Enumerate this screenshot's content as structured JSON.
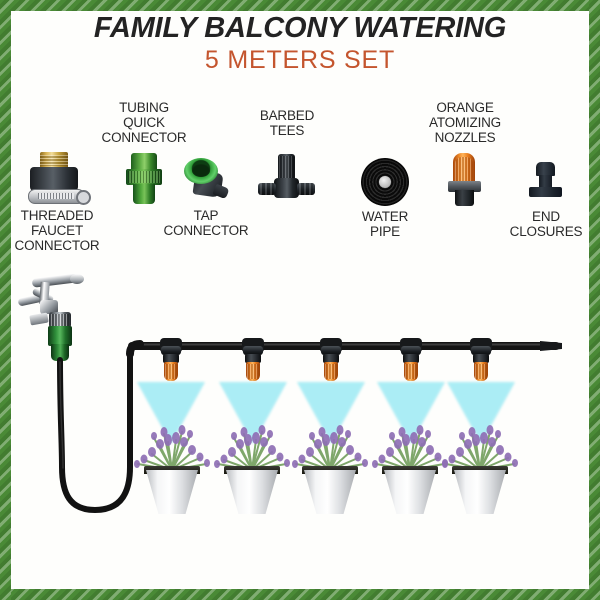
{
  "poster": {
    "title": "FAMILY BALCONY WATERING",
    "subtitle": "5 METERS SET",
    "frame_color": "#4a8a36",
    "title_color": "#232323",
    "subtitle_color": "#c4552e",
    "background_color": "#fefefc"
  },
  "legend": {
    "items": [
      {
        "id": "threaded-faucet-connector",
        "label": "THREADED\nFAUCET\nCONNECTOR",
        "label_position": "below",
        "colors": {
          "primary": "#c9a642",
          "secondary": "#2b3036",
          "clamp": "#b9bcc0"
        }
      },
      {
        "id": "tubing-quick-connector",
        "label": "TUBING\nQUICK\nCONNECTOR",
        "label_position": "above",
        "colors": {
          "primary": "#4da338",
          "secondary": "#164a16"
        }
      },
      {
        "id": "tap-connector",
        "label": "TAP\nCONNECTOR",
        "label_position": "below",
        "colors": {
          "primary": "#2f9b37",
          "secondary": "#1a1d20"
        }
      },
      {
        "id": "barbed-tees",
        "label": "BARBED\nTEES",
        "label_position": "above",
        "colors": {
          "primary": "#3c4248",
          "secondary": "#101214"
        }
      },
      {
        "id": "water-pipe",
        "label": "WATER\nPIPE",
        "label_position": "below",
        "colors": {
          "primary": "#0a0a0a",
          "secondary": "#cfcfcf"
        }
      },
      {
        "id": "orange-atomizing-nozzles",
        "label": "ORANGE\nATOMIZING\nNOZZLES",
        "label_position": "above",
        "colors": {
          "primary": "#ef8a29",
          "secondary": "#50565c"
        }
      },
      {
        "id": "end-closures",
        "label": "END\nCLOSURES",
        "label_position": "below",
        "colors": {
          "primary": "#333c46",
          "secondary": "#121820"
        }
      }
    ]
  },
  "diagram": {
    "tap_assembly_name": "faucet-with-tap-connector",
    "hose_color": "#111111",
    "manifold_color": "#141414",
    "mist_color": "#78e2f0",
    "nozzle_count": 5,
    "plant_count": 5,
    "pot_color": "#f4f5f6",
    "soil_color": "#18180f",
    "foliage_green": "#7fa36a",
    "flower_purple": "#8f6fb5"
  }
}
